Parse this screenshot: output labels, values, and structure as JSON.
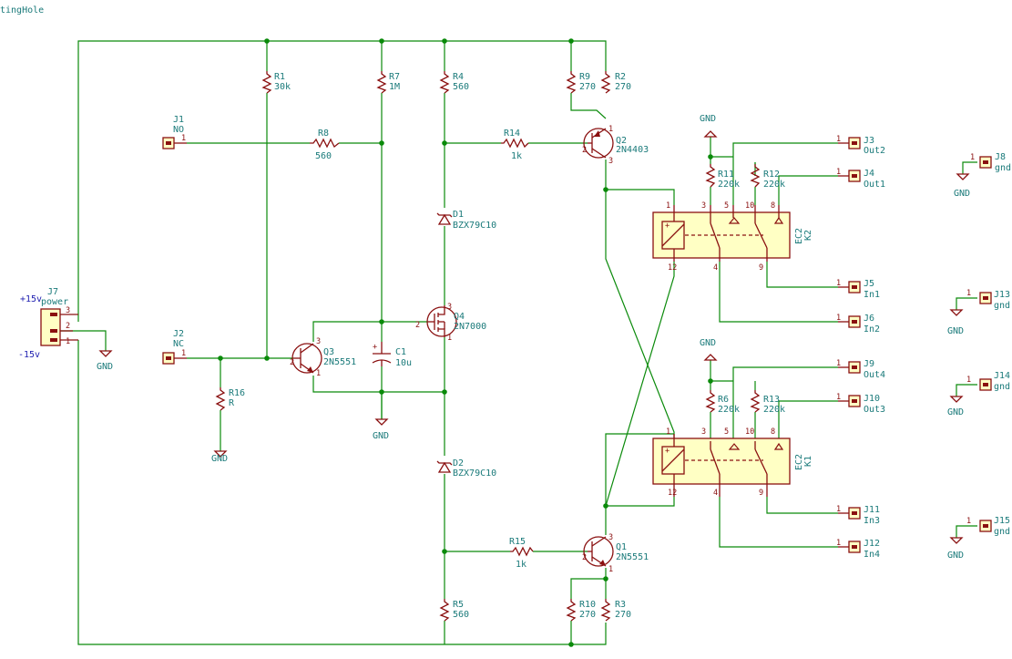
{
  "title_fragment": "tingHole",
  "net_labels": {
    "pos": "+15v",
    "neg": "-15v"
  },
  "gnd": "GND",
  "resistors": {
    "R1": {
      "ref": "R1",
      "val": "30k"
    },
    "R7": {
      "ref": "R7",
      "val": "1M"
    },
    "R4": {
      "ref": "R4",
      "val": "560"
    },
    "R9": {
      "ref": "R9",
      "val": "270"
    },
    "R2": {
      "ref": "R2",
      "val": "270"
    },
    "R8": {
      "ref": "R8",
      "val": "560"
    },
    "R14": {
      "ref": "R14",
      "val": "1k"
    },
    "R16": {
      "ref": "R16",
      "val": "R"
    },
    "R15": {
      "ref": "R15",
      "val": "1k"
    },
    "R5": {
      "ref": "R5",
      "val": "560"
    },
    "R10": {
      "ref": "R10",
      "val": "270"
    },
    "R3": {
      "ref": "R3",
      "val": "270"
    },
    "R11": {
      "ref": "R11",
      "val": "220k"
    },
    "R12": {
      "ref": "R12",
      "val": "220k"
    },
    "R6": {
      "ref": "R6",
      "val": "220k"
    },
    "R13": {
      "ref": "R13",
      "val": "220k"
    }
  },
  "transistors": {
    "Q1": {
      "ref": "Q1",
      "val": "2N5551"
    },
    "Q2": {
      "ref": "Q2",
      "val": "2N4403"
    },
    "Q3": {
      "ref": "Q3",
      "val": "2N5551"
    },
    "Q4": {
      "ref": "Q4",
      "val": "2N7000"
    }
  },
  "diodes": {
    "D1": {
      "ref": "D1",
      "val": "BZX79C10"
    },
    "D2": {
      "ref": "D2",
      "val": "BZX79C10"
    }
  },
  "capacitor": {
    "ref": "C1",
    "val": "10u"
  },
  "relays": {
    "top": {
      "ref": "K2",
      "val": "EC2"
    },
    "bottom": {
      "ref": "K1",
      "val": "EC2"
    }
  },
  "connectors": {
    "J1": {
      "ref": "J1",
      "val": "NO"
    },
    "J2": {
      "ref": "J2",
      "val": "NC"
    },
    "J7": {
      "ref": "J7",
      "val": "power"
    },
    "J3": {
      "ref": "J3",
      "val": "Out2"
    },
    "J4": {
      "ref": "J4",
      "val": "Out1"
    },
    "J5": {
      "ref": "J5",
      "val": "In1"
    },
    "J6": {
      "ref": "J6",
      "val": "In2"
    },
    "J9": {
      "ref": "J9",
      "val": "Out4"
    },
    "J10": {
      "ref": "J10",
      "val": "Out3"
    },
    "J11": {
      "ref": "J11",
      "val": "In3"
    },
    "J12": {
      "ref": "J12",
      "val": "In4"
    },
    "J8": {
      "ref": "J8",
      "val": "gnd"
    },
    "J13": {
      "ref": "J13",
      "val": "gnd"
    },
    "J14": {
      "ref": "J14",
      "val": "gnd"
    },
    "J15": {
      "ref": "J15",
      "val": "gnd"
    }
  },
  "pin_numbers": {
    "p1": "1",
    "p2": "2",
    "p3": "3",
    "p4": "4",
    "p5": "5",
    "p8": "8",
    "p9": "9",
    "p10": "10",
    "p12": "12"
  }
}
